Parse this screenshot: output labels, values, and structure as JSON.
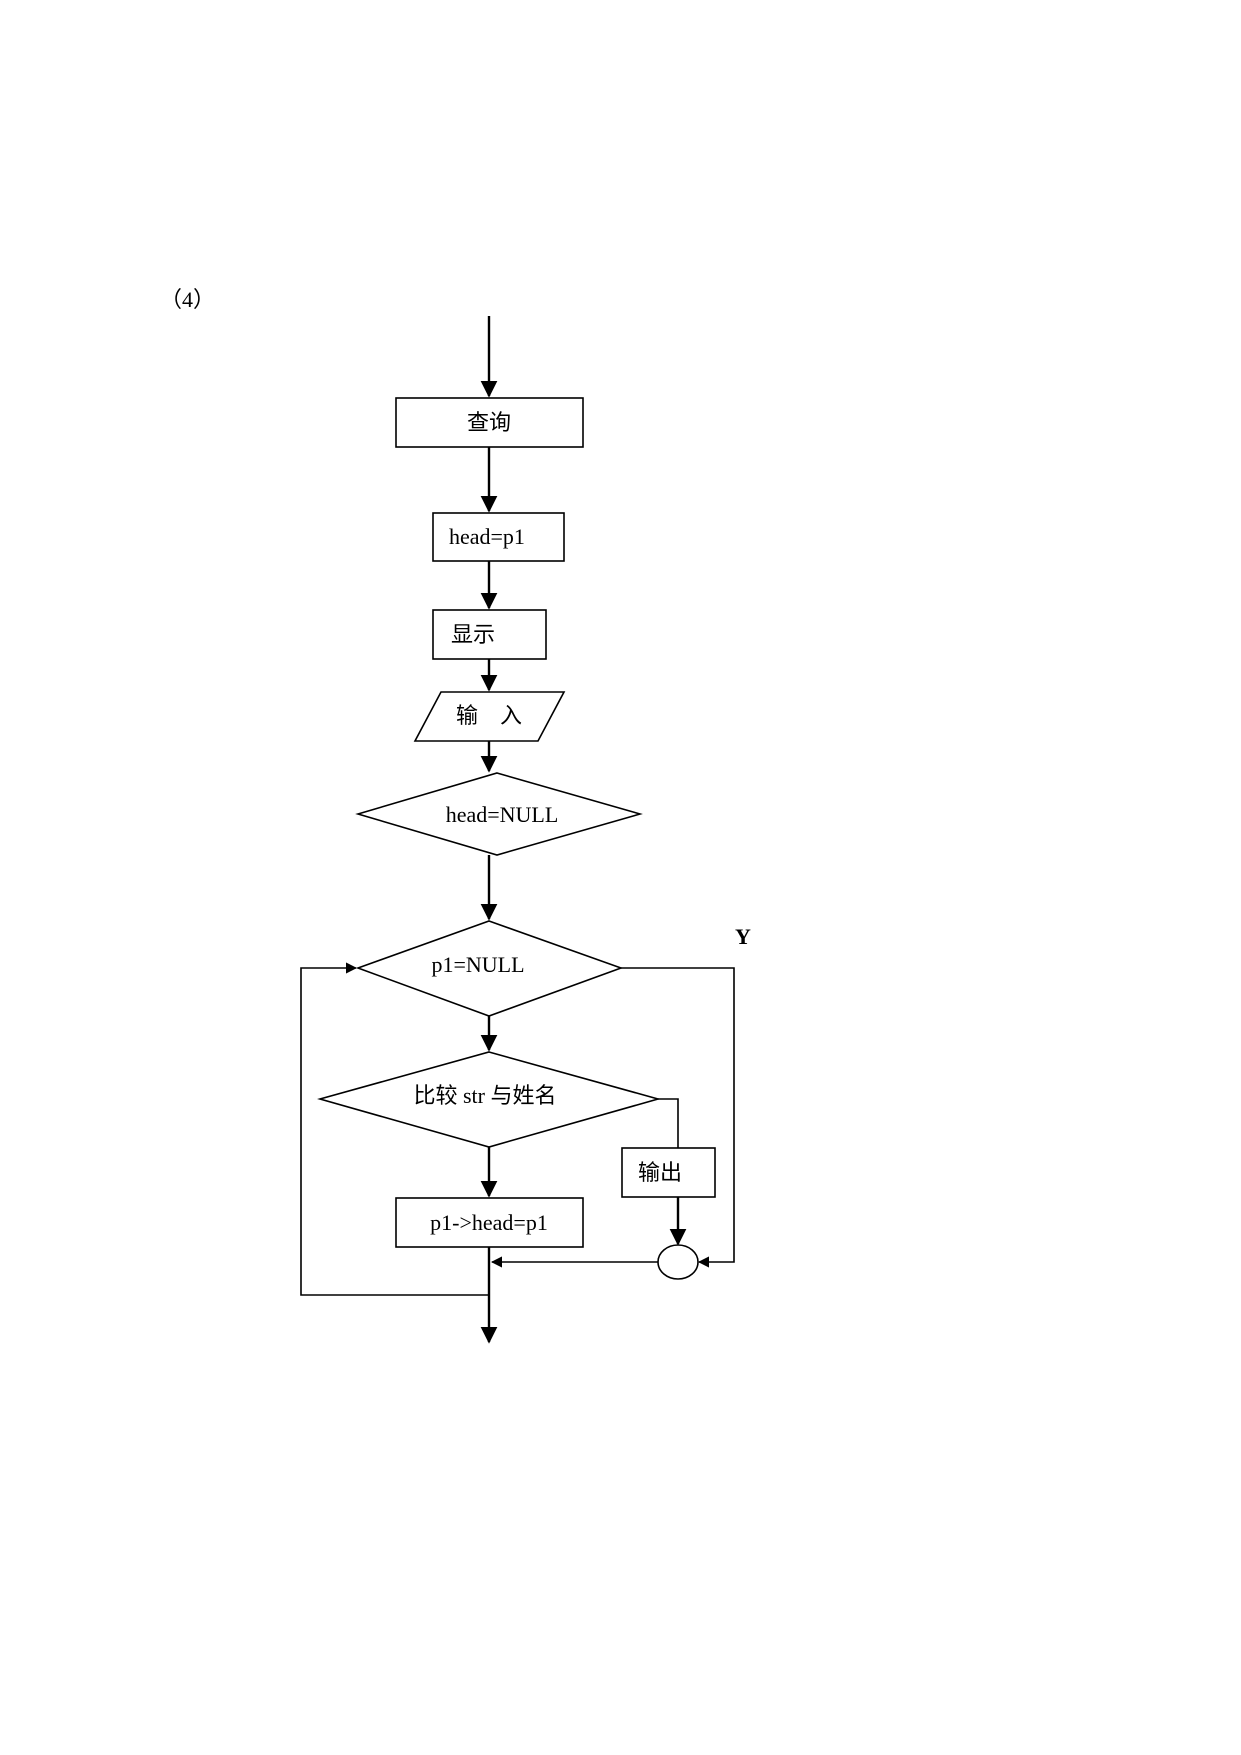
{
  "section_label": "（4）",
  "nodes": {
    "query": "查询",
    "assign_head": "head=p1",
    "display": "显示",
    "input": "输　入",
    "head_null": "head=NULL",
    "p1_null": "p1=NULL",
    "compare": "比较 str 与姓名",
    "output": "输出",
    "advance": "p1->head=p1"
  },
  "edge_labels": {
    "yes": "Y"
  }
}
